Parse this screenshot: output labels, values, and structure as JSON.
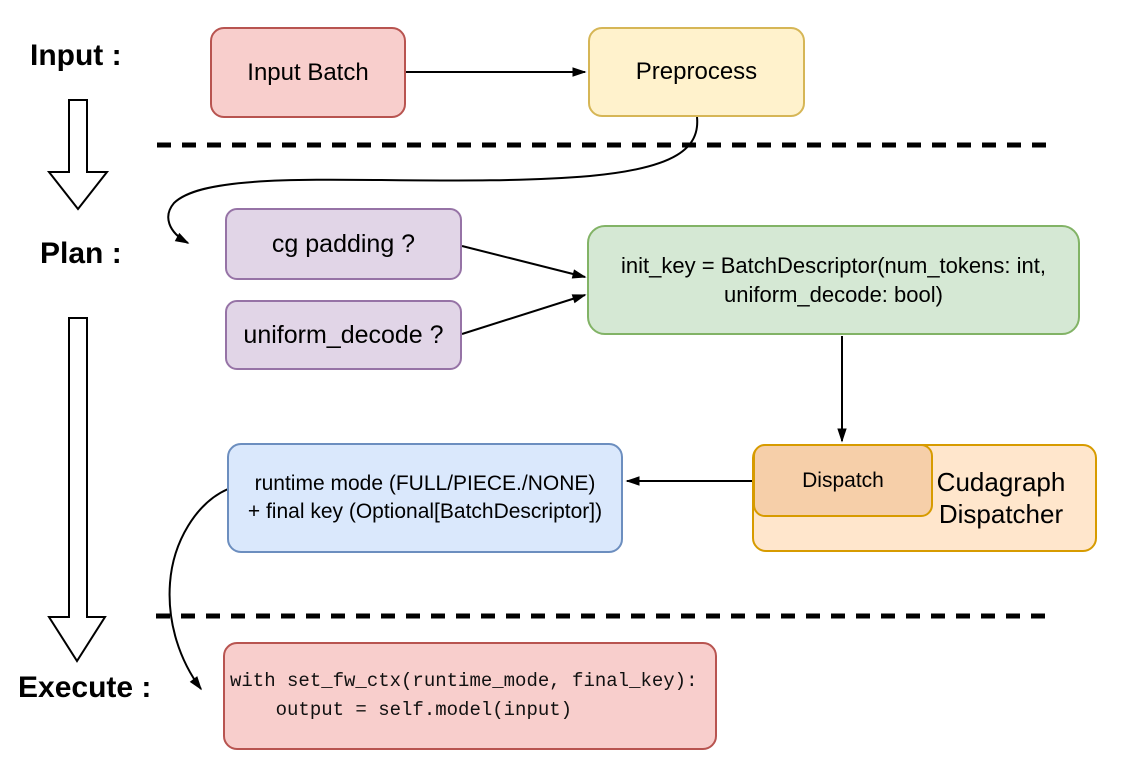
{
  "stage_labels": {
    "input": "Input :",
    "plan": "Plan :",
    "execute": "Execute :"
  },
  "nodes": {
    "input_batch": {
      "label": "Input Batch"
    },
    "preprocess": {
      "label": "Preprocess"
    },
    "cg_padding": {
      "label": "cg padding ?"
    },
    "uniform_decode": {
      "label": "uniform_decode ?"
    },
    "init_key": {
      "line1": "init_key = BatchDescriptor(num_tokens: int,",
      "line2": "uniform_decode: bool)"
    },
    "runtime_mode": {
      "line1": "runtime mode (FULL/PIECE./NONE)",
      "line2": "+ final key (Optional[BatchDescriptor])"
    },
    "dispatch": {
      "label": "Dispatch"
    },
    "cudagraph_dispatcher": {
      "line1": "Cudagraph",
      "line2": "Dispatcher"
    },
    "execute_code": {
      "line1": "with set_fw_ctx(runtime_mode, final_key):",
      "line2": "    output = self.model(input)"
    }
  },
  "palette": {
    "red_fill": "#f8cecc",
    "red_border": "#b85450",
    "yellow_fill": "#fff2cc",
    "yellow_border": "#d6b656",
    "purple_fill": "#e1d5e7",
    "purple_border": "#9673a6",
    "green_fill": "#d5e8d4",
    "green_border": "#82b366",
    "blue_fill": "#dae8fc",
    "blue_border": "#6c8ebf",
    "orange_light_fill": "#ffe6cc",
    "orange_dark_fill": "#f6cfa9",
    "orange_border": "#d79b00",
    "connector_color": "#000000",
    "background": "#ffffff"
  }
}
